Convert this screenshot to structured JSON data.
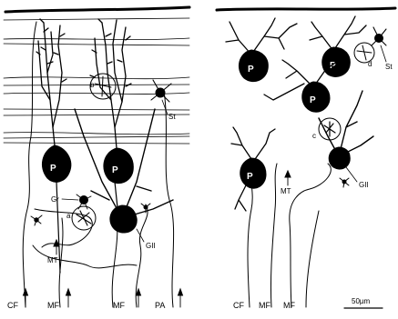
{
  "left_panel": {
    "labels": {
      "purkinje_1": "P",
      "purkinje_2": "P",
      "stellate": "St",
      "granule": "Gr",
      "golgi": "GII",
      "mossy_terminal": "MT",
      "circle_a": "a",
      "circle_b": "b"
    },
    "inputs": [
      "CF",
      "MF",
      "MF",
      "PA"
    ]
  },
  "right_panel": {
    "labels": {
      "purkinje": [
        "P",
        "P",
        "P",
        "P"
      ],
      "stellate": "St",
      "golgi": "GII",
      "mossy_terminal": "MT",
      "circle_c": "c",
      "circle_d": "d"
    },
    "inputs": [
      "CF",
      "MF",
      "MF"
    ],
    "scale_bar": "50µm"
  }
}
